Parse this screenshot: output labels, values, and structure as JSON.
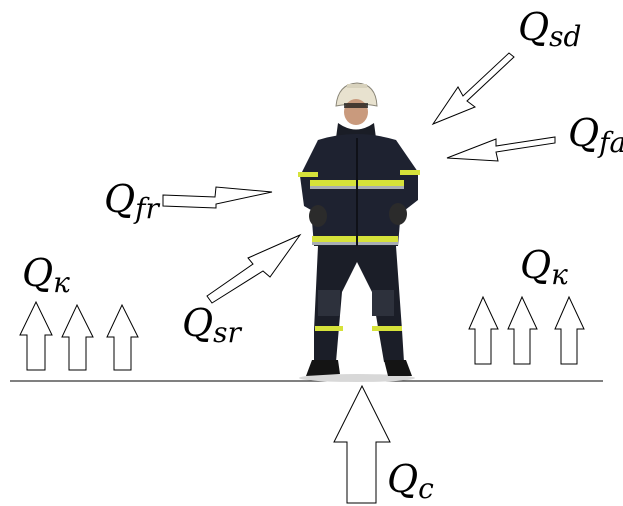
{
  "labels": {
    "q_sd": {
      "base": "Q",
      "sub": "sd"
    },
    "q_fa": {
      "base": "Q",
      "sub": "fa"
    },
    "q_fr": {
      "base": "Q",
      "sub": "fr"
    },
    "q_sr": {
      "base": "Q",
      "sub": "sr"
    },
    "q_k_left": {
      "base": "Q",
      "sub": "к"
    },
    "q_k_right": {
      "base": "Q",
      "sub": "к"
    },
    "q_c": {
      "base": "Q",
      "sub": "c"
    }
  },
  "colors": {
    "line": "#000000",
    "suit": "#1e2230",
    "reflective_stripe": "#d6e23a",
    "helmet": "#e8e2cf",
    "skin": "#c99a7d",
    "boots": "#141414"
  },
  "icons": {
    "figure": "firefighter-icon"
  }
}
